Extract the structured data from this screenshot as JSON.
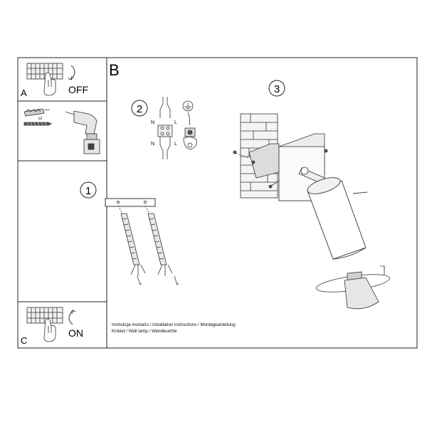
{
  "panels": {
    "a": {
      "letter": "A",
      "state": "OFF"
    },
    "b": {
      "letter": "B"
    },
    "c": {
      "letter": "C",
      "state": "ON"
    }
  },
  "steps": {
    "one": "1",
    "two": "2",
    "three": "3"
  },
  "wiring": {
    "left_top": "N",
    "right_top": "L",
    "left_bottom": "N",
    "right_bottom": "L"
  },
  "drill_panel": {
    "quantity": "x2"
  },
  "footer": {
    "line1": "Instrukcja montażu / installation instructions / Montageanleitung",
    "line2": "Kinkiet / Wall lamp / Wandleuchte"
  }
}
